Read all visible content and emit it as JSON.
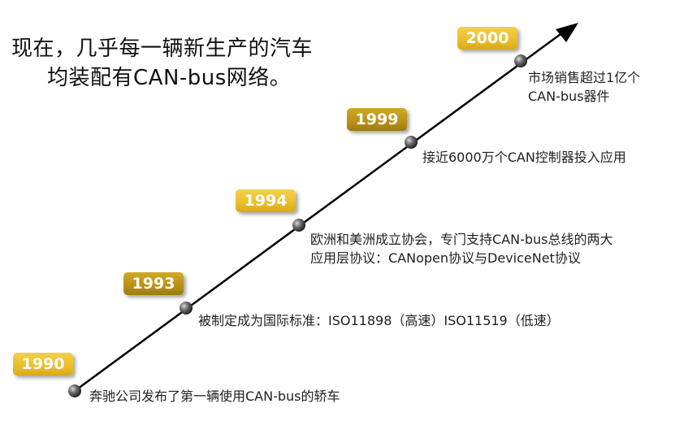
{
  "headline": {
    "line1": "现在，几乎每一辆新生产的汽车",
    "line2": "均装配有CAN-bus网络。"
  },
  "colors": {
    "line": "#000000",
    "badge_light": "#f0c63a",
    "badge_dark": "#b8901a",
    "badge_text": "#ffffff",
    "node": "#555555"
  },
  "events": [
    {
      "year": "1990",
      "text": "奔驰公司发布了第一辆使用CAN-bus的轿车"
    },
    {
      "year": "1993",
      "text": "被制定成为国际标准：ISO11898（高速）ISO11519（低速）"
    },
    {
      "year": "1994",
      "text_line1": "欧洲和美洲成立协会，专门支持CAN-bus总线的两大",
      "text_line2": "应用层协议：CANopen协议与DeviceNet协议"
    },
    {
      "year": "1999",
      "text": "接近6000万个CAN控制器投入应用"
    },
    {
      "year": "2000",
      "text_line1": "市场销售超过1亿个",
      "text_line2": "CAN-bus器件"
    }
  ]
}
